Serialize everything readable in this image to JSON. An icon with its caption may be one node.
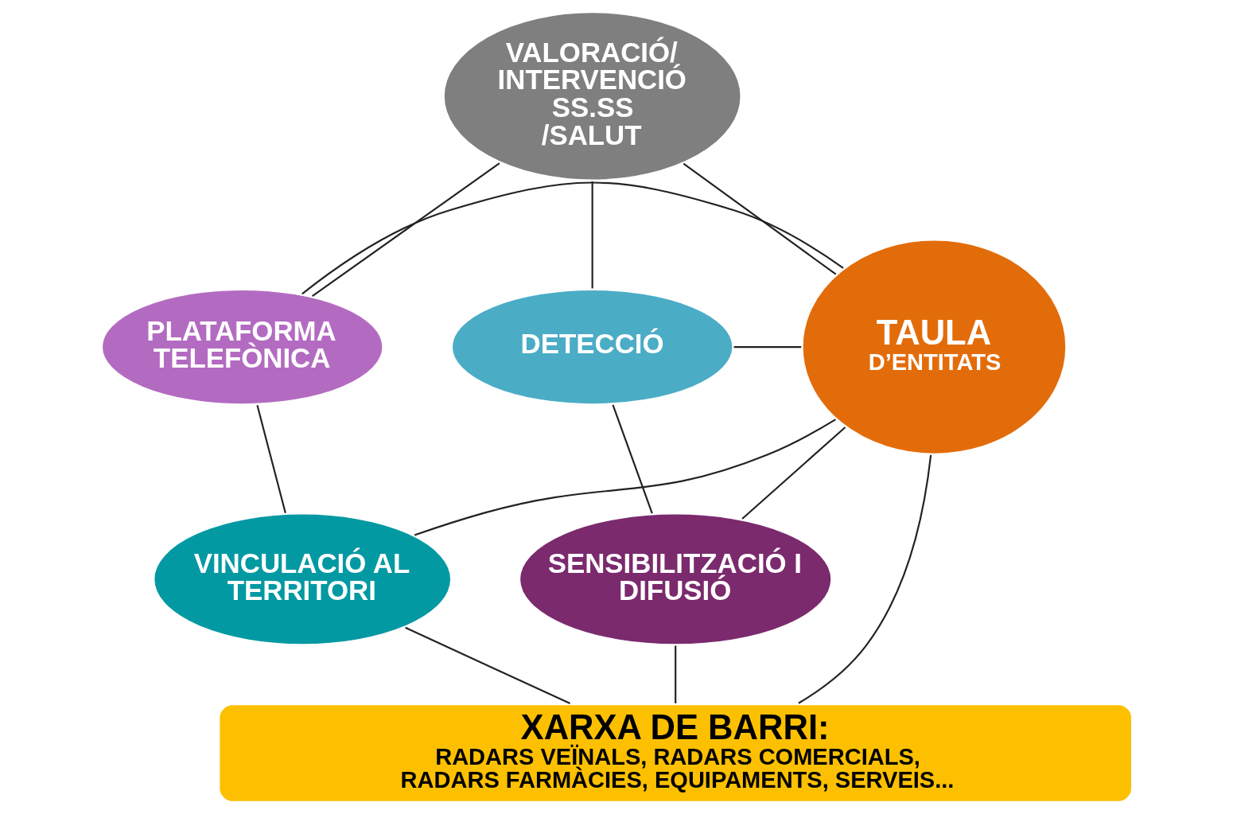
{
  "diagram": {
    "nodes": [
      {
        "text": [
          "VALORACIÓ/ INTERVENCIÓ SS.SS /SALUT"
        ]
      },
      {
        "text": [
          "DETECCIÓ"
        ]
      },
      {
        "text": [
          "PLATAFORMA TELEFÒNICA"
        ]
      },
      {
        "text": [
          "TAULA",
          "D’ENTITATS"
        ]
      },
      {
        "text": [
          "SENSIBILITZACIÓ I DIFUSIÓ"
        ]
      },
      {
        "text": [
          "VINCULACIÓ AL TERRITORI"
        ]
      },
      {
        "text": [
          "XARXA DE BARRI:",
          "RADARS VEÏNALS, RADARS COMERCIALS, RADARS FARMÀCIES, EQUIPAMENTS, SERVEIS..."
        ]
      }
    ],
    "edges": [
      {
        "from": 0,
        "to": 1,
        "arrow": "none"
      },
      {
        "from": 0,
        "to": 2,
        "arrow": "none"
      },
      {
        "from": 0,
        "to": 3,
        "arrow": "none"
      },
      {
        "from": 1,
        "to": 3,
        "arrow": "none"
      },
      {
        "from": 2,
        "to": 3,
        "arrow": "none"
      },
      {
        "from": 1,
        "to": 4,
        "arrow": "none"
      },
      {
        "from": 2,
        "to": 5,
        "arrow": "none"
      },
      {
        "from": 3,
        "to": 4,
        "arrow": "none"
      },
      {
        "from": 3,
        "to": 5,
        "arrow": "none"
      },
      {
        "from": 3,
        "to": 6,
        "arrow": "none"
      },
      {
        "from": 4,
        "to": 6,
        "arrow": "none"
      },
      {
        "from": 5,
        "to": 6,
        "arrow": "none"
      }
    ]
  }
}
